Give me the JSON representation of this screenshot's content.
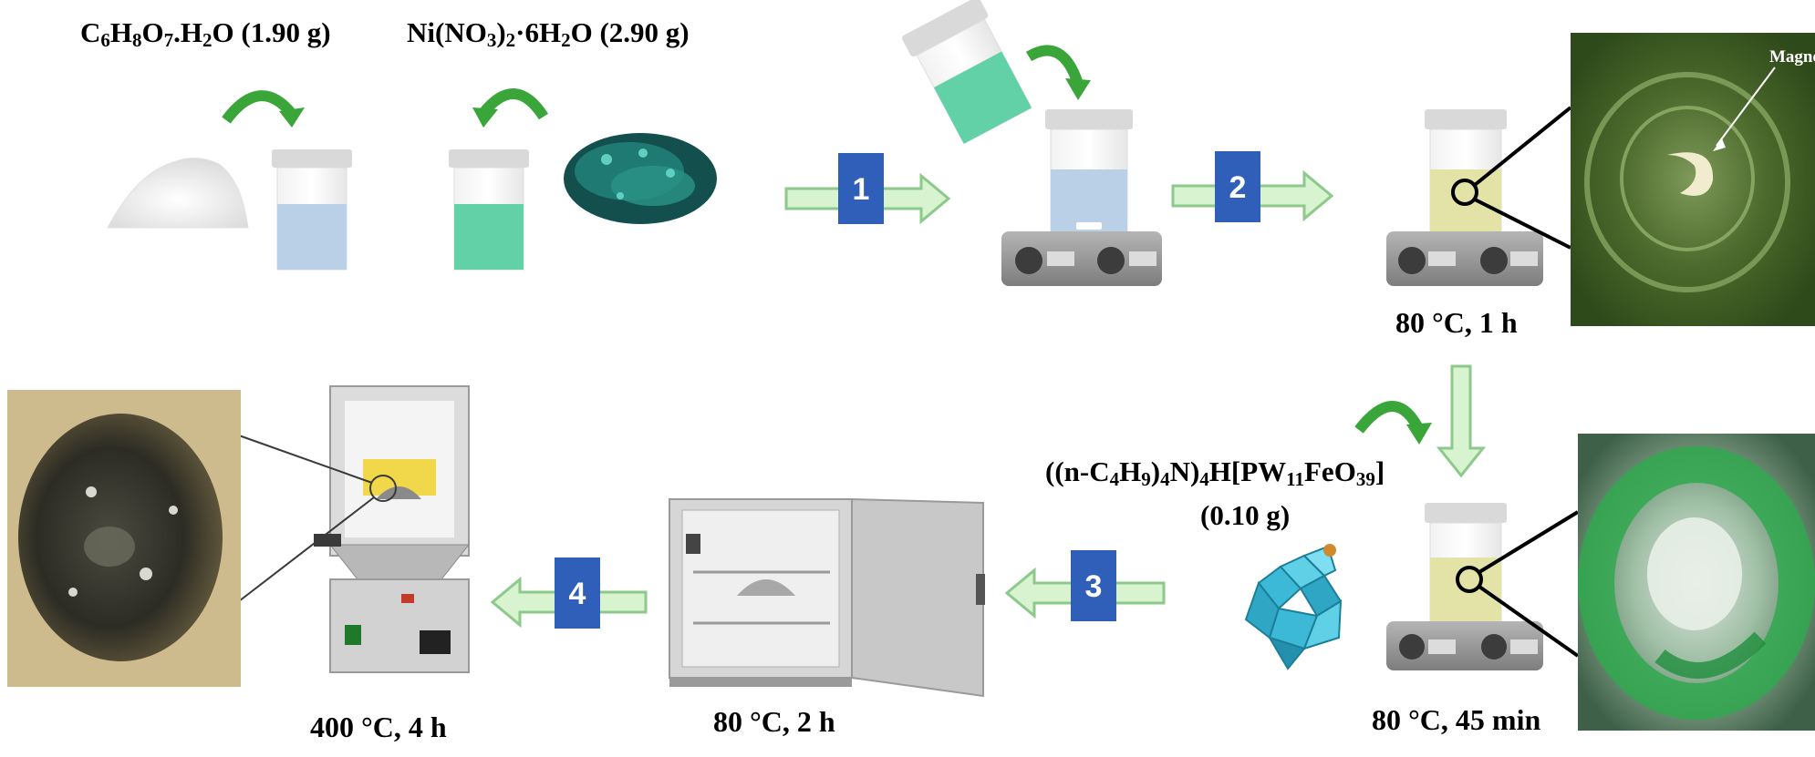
{
  "reagents": {
    "citric_acid": {
      "formula": "C6H8O7.H2O (1.90 g)",
      "f1": "C",
      "s1": "6",
      "f2": "H",
      "s2": "8",
      "f3": "O",
      "s3": "7",
      "f4": ".H",
      "s4": "2",
      "f5": "O (1.90 g)"
    },
    "nickel_nitrate": {
      "formula": "Ni(NO3)2·6H2O (2.90 g)",
      "f1": "Ni(NO",
      "s1": "3",
      "f2": ")",
      "s2": "2",
      "f3": "·6H",
      "s3": "2",
      "f4": "O (2.90 g)"
    },
    "polyoxometalate": {
      "formula": "((n-C4H9)4N)4H[PW11FeO39]",
      "f1": "((n-C",
      "s1": "4",
      "f2": "H",
      "s2": "9",
      "f3": ")",
      "s3": "4",
      "f4": "N)",
      "s4": "4",
      "f5": "H[PW",
      "s5": "11",
      "f6": "FeO",
      "s6": "39",
      "f7": "]",
      "mass": "(0.10 g)"
    }
  },
  "steps": [
    "1",
    "2",
    "3",
    "4"
  ],
  "conditions": {
    "stir_1": "80 °C, 1 h",
    "stir_2": "80 °C, 45 min",
    "oven": "80 °C, 2 h",
    "furnace": "400 °C, 4 h"
  },
  "photo_label": "Magnet",
  "colors": {
    "step_box": "#2f5fb8",
    "arrow_fill": "#d8f3d0",
    "arrow_stroke": "#8cc98a",
    "curved_arrow": "#3aa63a",
    "beaker_blue": "#b9d0e6",
    "beaker_green": "#63d1a8",
    "beaker_yellow": "#e3e3a8",
    "polyhedra": "#3cb9d6"
  }
}
